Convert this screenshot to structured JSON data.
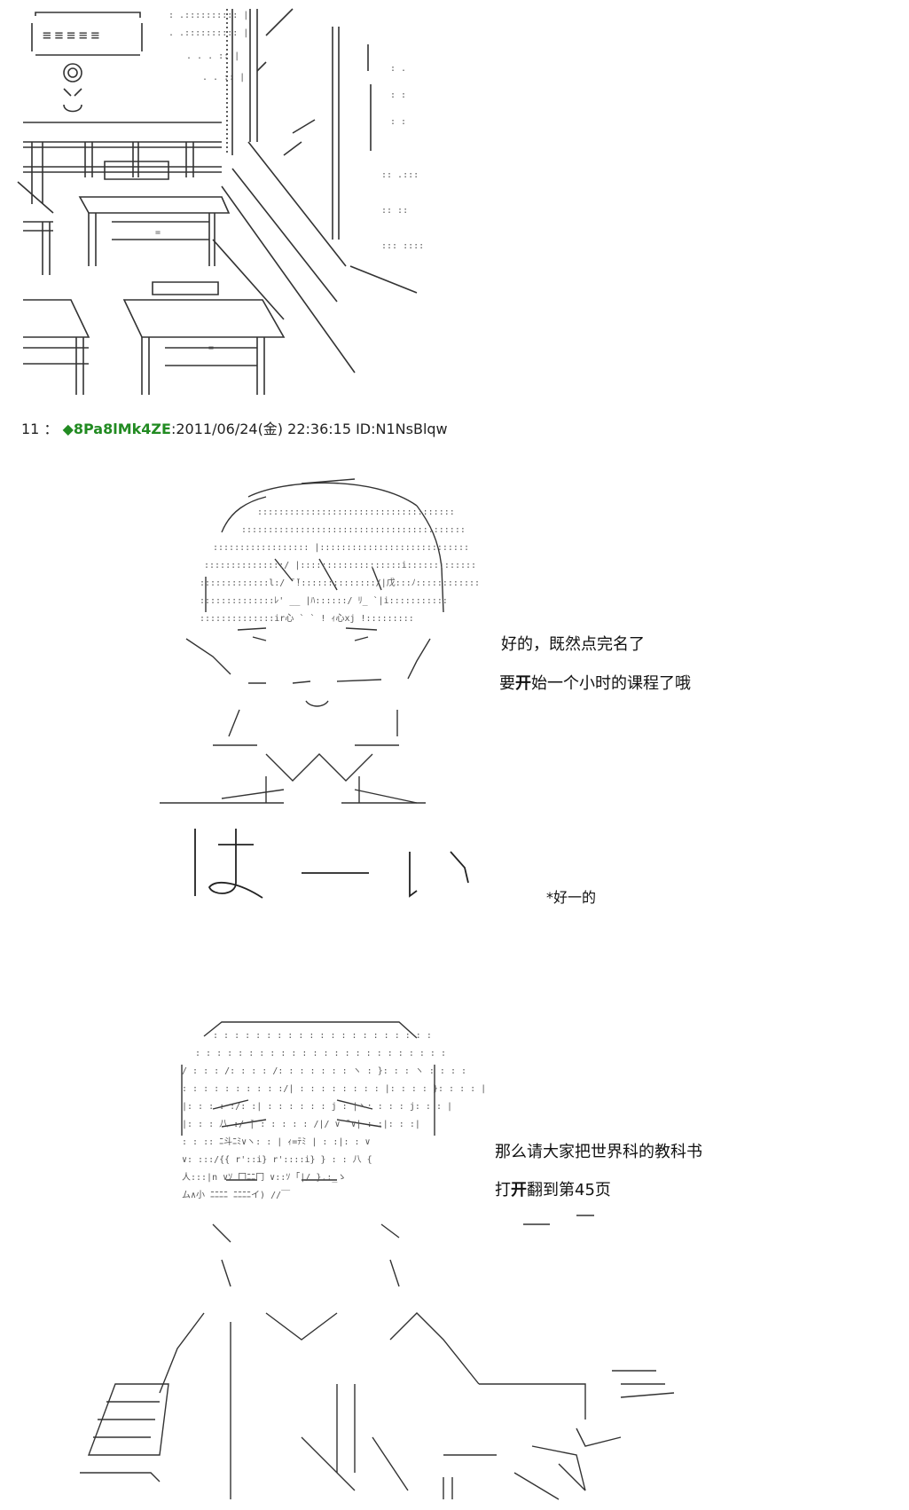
{
  "post": {
    "number": "11",
    "separator": "：",
    "diamond": "◆",
    "trip": "8Pa8lMk4ZE",
    "datetime": ":2011/06/24(金) 22:36:15 ID:N1NsBlqw"
  },
  "panel1": {
    "sign": "≡≡≡≡≡"
  },
  "panel2": {
    "line1": "好的，既然点完名了",
    "line2_pre": "要",
    "line2_bold": "开",
    "line2_post": "始一个小时的课程了哦",
    "reply_big": "は ―― い",
    "reply_small": "*好一的"
  },
  "panel3": {
    "line1": "那么请大家把世界科的教科书",
    "line2_pre": "打",
    "line2_bold": "开",
    "line2_post": "翻到第45页"
  },
  "colors": {
    "trip": "#228b22",
    "ink": "#111111"
  }
}
